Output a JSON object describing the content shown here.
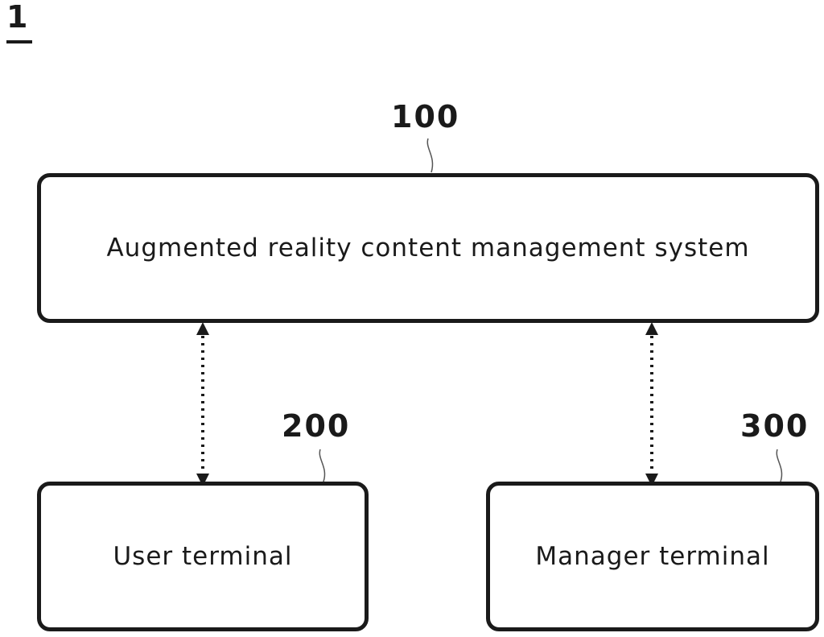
{
  "figure": {
    "label": "1"
  },
  "nodes": {
    "system": {
      "ref": "100",
      "label": "Augmented reality content management system"
    },
    "user_terminal": {
      "ref": "200",
      "label": "User terminal"
    },
    "manager_terminal": {
      "ref": "300",
      "label": "Manager terminal"
    }
  },
  "connections": [
    {
      "from": "system",
      "to": "user_terminal",
      "style": "dotted",
      "direction": "bidirectional"
    },
    {
      "from": "system",
      "to": "manager_terminal",
      "style": "dotted",
      "direction": "bidirectional"
    }
  ],
  "colors": {
    "stroke": "#1a1a1a",
    "background": "#ffffff"
  }
}
